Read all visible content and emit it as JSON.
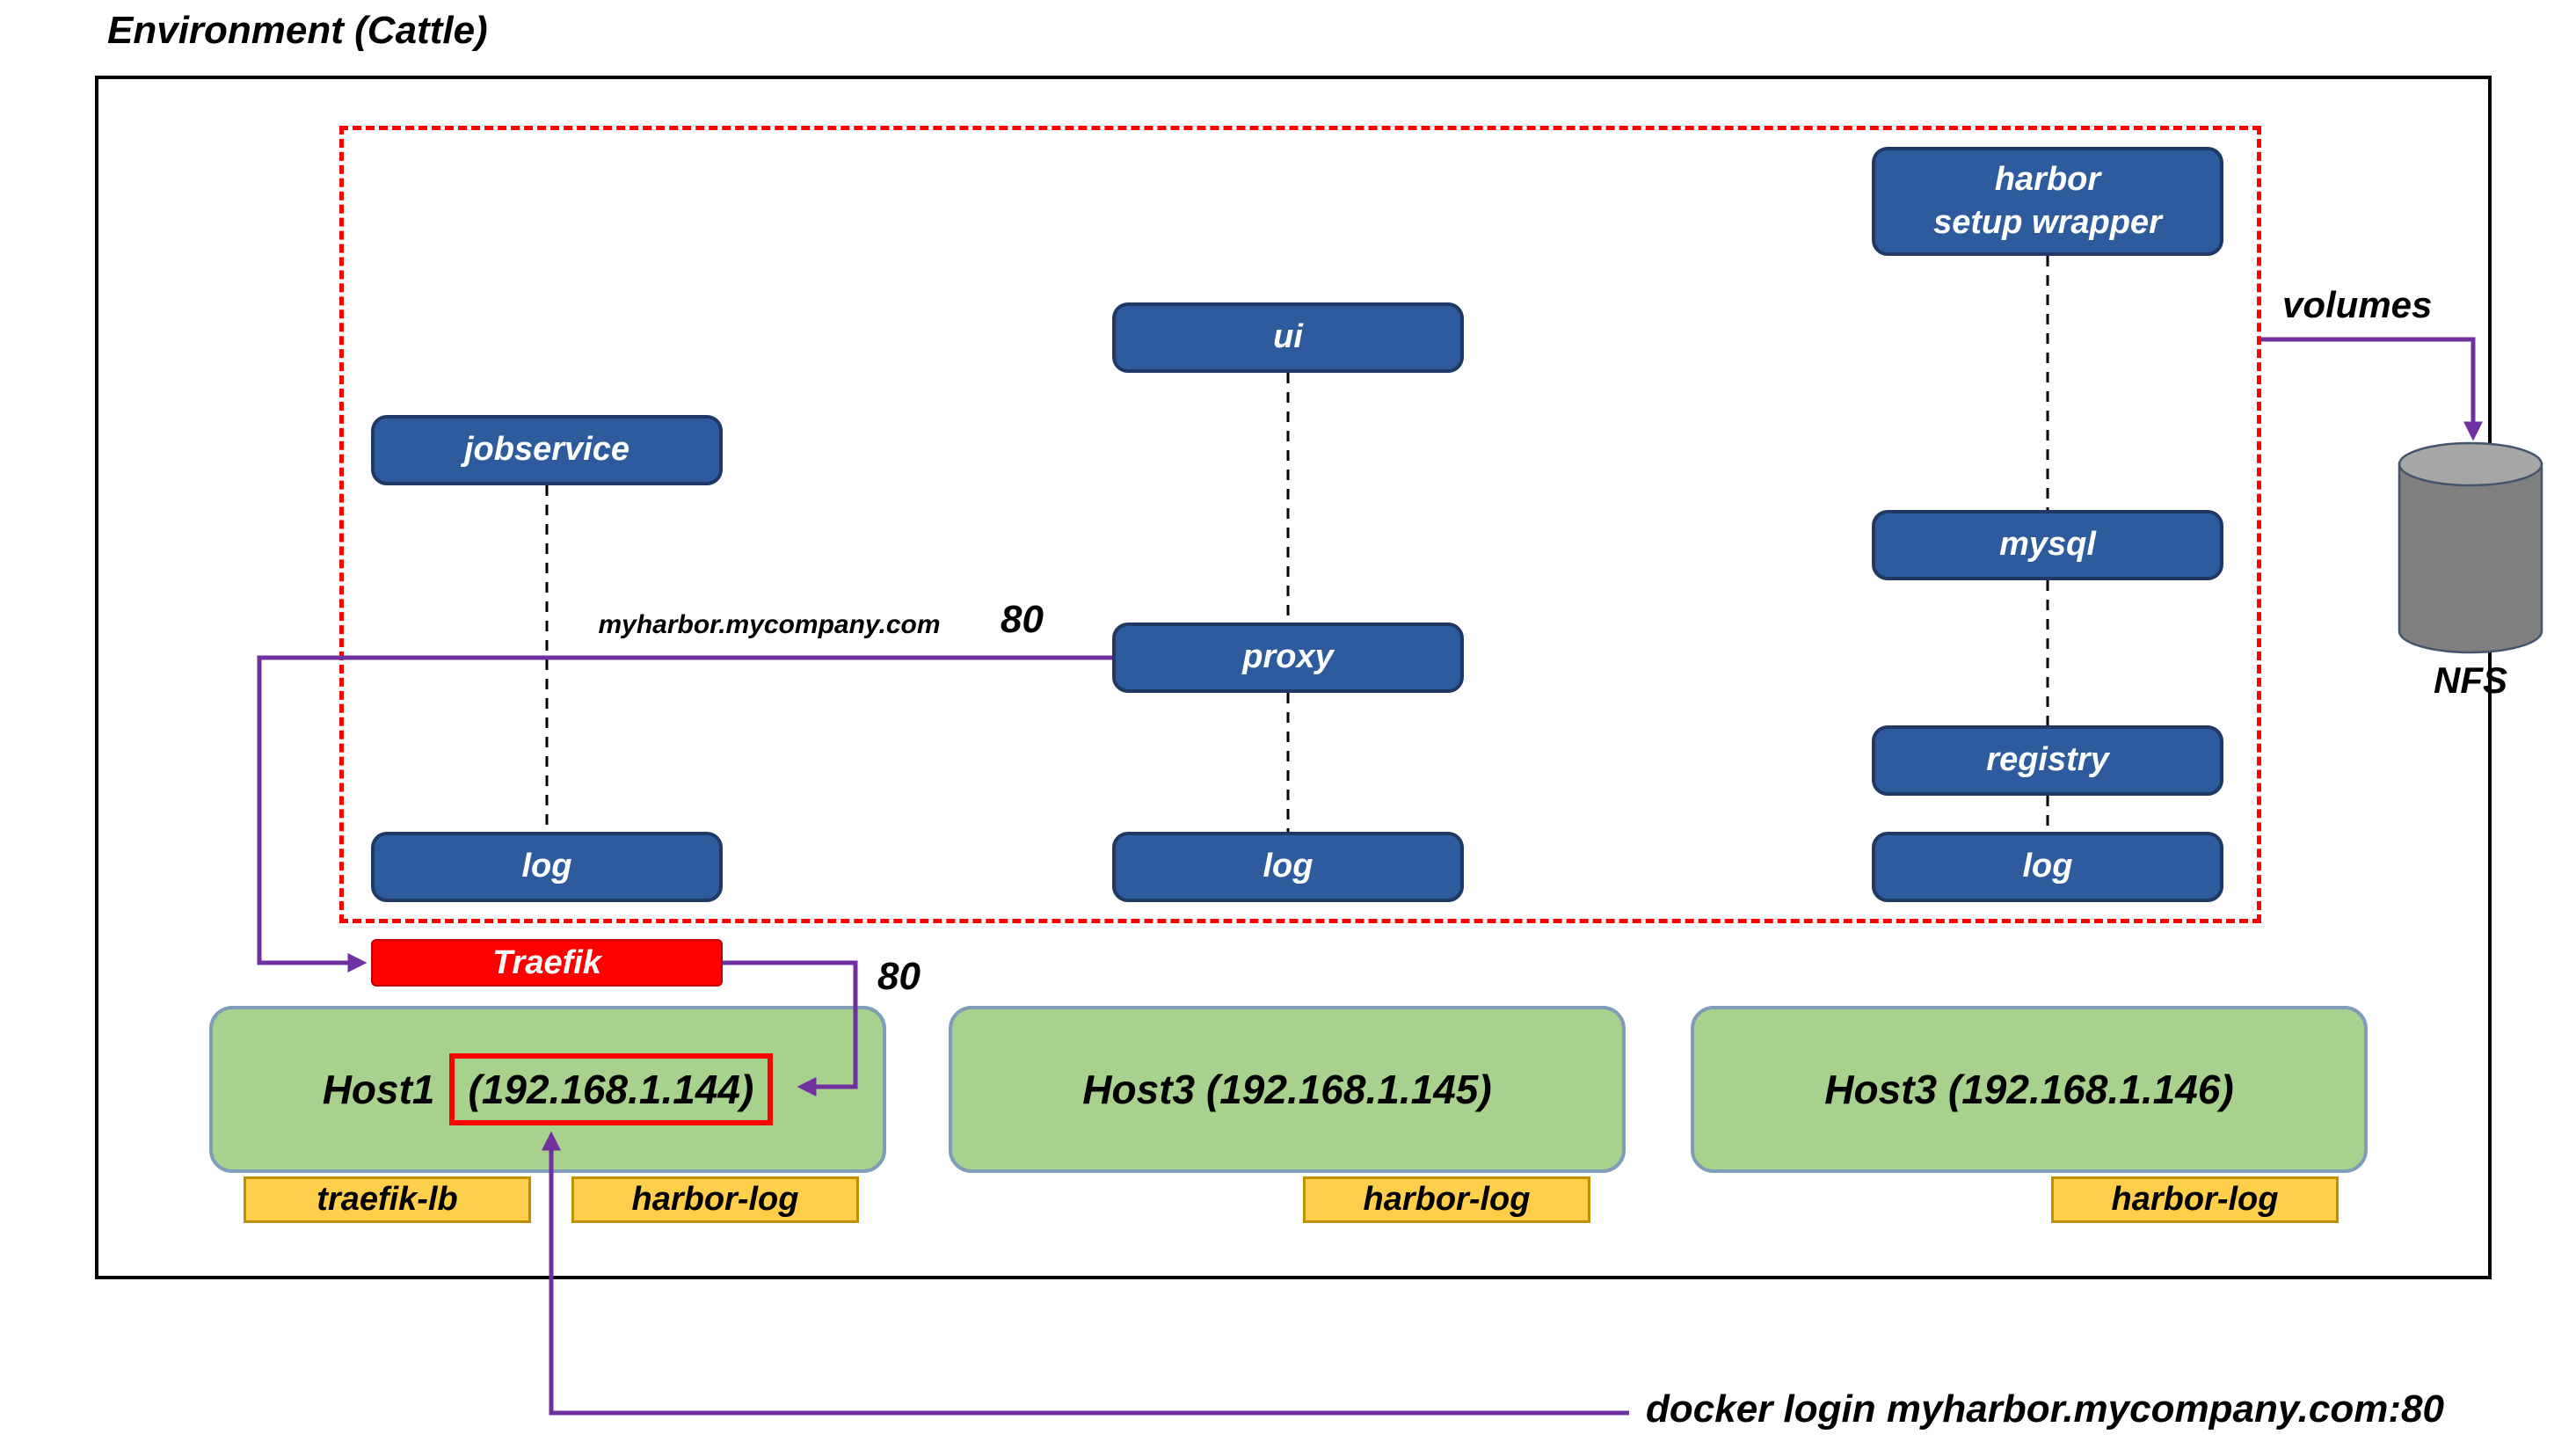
{
  "title": "Environment (Cattle)",
  "services": {
    "harbor_setup_wrapper": "harbor\nsetup wrapper",
    "ui": "ui",
    "jobservice": "jobservice",
    "mysql": "mysql",
    "proxy": "proxy",
    "registry": "registry",
    "log_left": "log",
    "log_middle": "log",
    "log_right": "log"
  },
  "loadbalancer": {
    "label": "Traefik",
    "port": "80"
  },
  "ingress": {
    "domain": "myharbor.mycompany.com",
    "port": "80"
  },
  "storage": {
    "volumes_label": "volumes",
    "nfs_label": "NFS"
  },
  "hosts": {
    "host1": {
      "name": "Host1",
      "ip": "(192.168.1.144)"
    },
    "host2": {
      "name": "Host3 (192.168.1.145)"
    },
    "host3": {
      "name": "Host3 (192.168.1.146)"
    }
  },
  "host_services": {
    "traefik_lb": "traefik-lb",
    "harbor_log_host1": "harbor-log",
    "harbor_log_host2": "harbor-log",
    "harbor_log_host3": "harbor-log"
  },
  "annotations": {
    "docker_login": "docker login myharbor.mycompany.com:80"
  },
  "colors": {
    "service_fill": "#2e5b9e",
    "service_border": "#1f3864",
    "red": "#ff0000",
    "host_fill": "#a9d18e",
    "host_border": "#7f9cb8",
    "label_fill": "#ffce4a",
    "label_border": "#bf9000",
    "arrow": "#7030a0",
    "cyl_body": "#7f7f7f",
    "cyl_top": "#a6a6a6",
    "cyl_stroke": "#44546a"
  }
}
